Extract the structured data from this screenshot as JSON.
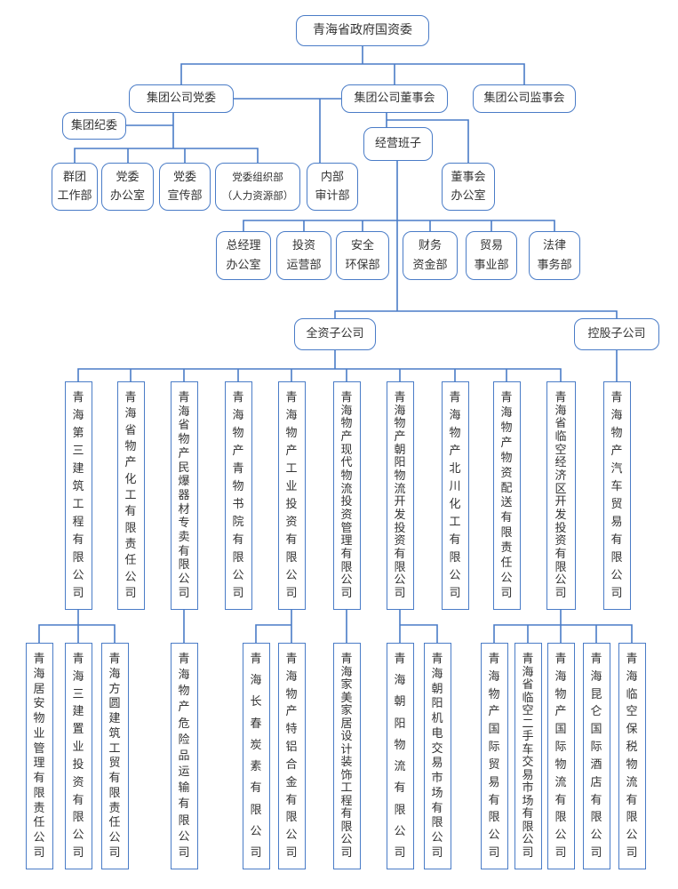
{
  "colors": {
    "line": "#4a7cc7",
    "text": "#333333",
    "background": "#ffffff"
  },
  "root": {
    "label": "青海省政府国资委"
  },
  "level2": {
    "party_committee": "集团公司党委",
    "board": "集团公司董事会",
    "supervisory_board": "集团公司监事会",
    "discipline_committee": "集团纪委",
    "management_team": "经营班子"
  },
  "departments_row1": [
    {
      "label": "群团\n工作部"
    },
    {
      "label": "党委\n办公室"
    },
    {
      "label": "党委\n宣传部"
    },
    {
      "label": "党委组织部\n（人力资源部）"
    },
    {
      "label": "内部\n审计部"
    },
    {
      "label": "董事会\n办公室"
    }
  ],
  "departments_row2": [
    {
      "label": "总经理\n办公室"
    },
    {
      "label": "投资\n运营部"
    },
    {
      "label": "安全\n环保部"
    },
    {
      "label": "财务\n资金部"
    },
    {
      "label": "贸易\n事业部"
    },
    {
      "label": "法律\n事务部"
    }
  ],
  "subsidiary_groups": {
    "wholly_owned": "全资子公司",
    "holding": "控股子公司"
  },
  "subsidiaries": [
    "青海第三建筑工程有限公司",
    "青海省物产化工有限责任公司",
    "青海省物产民爆器材专卖有限公司",
    "青海物产青物书院有限公司",
    "青海物产工业投资有限公司",
    "青海物产现代物流投资管理有限公司",
    "青海物产朝阳物流开发投资有限公司",
    "青海物产北川化工有限公司",
    "青海物产物资配送有限责任公司",
    "青海省临空经济区开发投资有限公司",
    "青海物产汽车贸易有限公司"
  ],
  "sub_subsidiaries": [
    "青海居安物业管理有限责任公司",
    "青海三建置业投资有限公司",
    "青海方圆建筑工贸有限责任公司",
    "青海物产危险品运输有限公司",
    "青海长春炭素有限公司",
    "青海物产特铝合金有限公司",
    "青海家美家居设计装饰工程有限公司",
    "青海朝阳物流有限公司",
    "青海朝阳机电交易市场有限公司",
    "青海物产国际贸易有限公司",
    "青海省临空二手车交易市场有限公司",
    "青海物产国际物流有限公司",
    "青海昆仑国际酒店有限公司",
    "青海临空保税物流有限公司"
  ]
}
